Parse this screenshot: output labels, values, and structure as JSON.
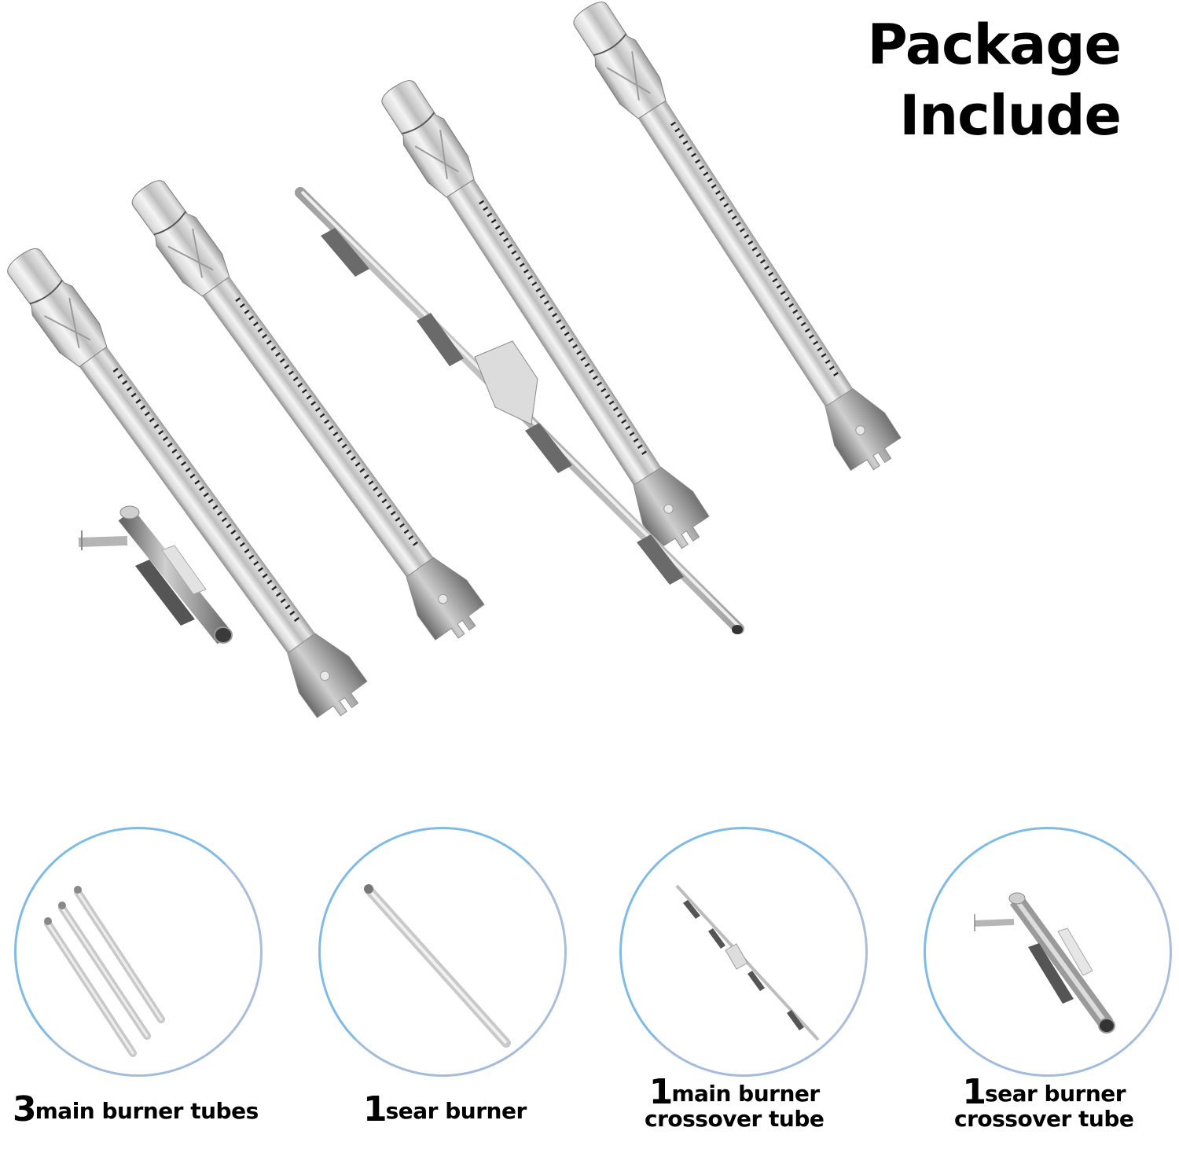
{
  "title": {
    "line1": "Package",
    "line2": "Include"
  },
  "hero_image": {
    "alt": "Grill burner tubes and crossover tubes laid out diagonally",
    "items": [
      "main-burner-tube",
      "main-burner-tube",
      "crossover-tube",
      "main-burner-tube",
      "sear-burner",
      "sear-crossover-tube"
    ]
  },
  "package_items": [
    {
      "count": "3",
      "label": "main burner tubes",
      "label_line2": ""
    },
    {
      "count": "1",
      "label": "sear burner",
      "label_line2": ""
    },
    {
      "count": "1",
      "label": "main burner",
      "label_line2": "crossover tube"
    },
    {
      "count": "1",
      "label": "sear burner",
      "label_line2": "crossover tube"
    }
  ],
  "colors": {
    "circle_border_left": "#7fbbe4",
    "circle_border_right": "#a9bedb",
    "text": "#000000",
    "background": "#ffffff"
  }
}
